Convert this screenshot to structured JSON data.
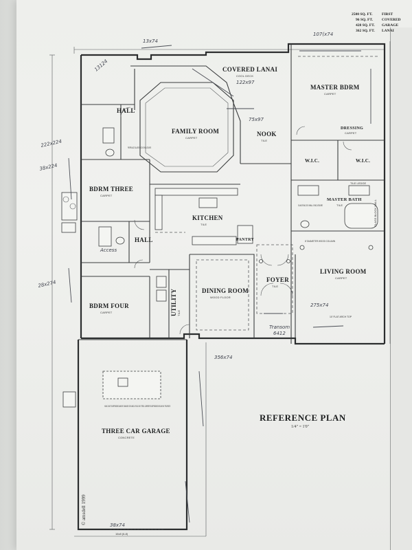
{
  "sheet": {
    "title": "REFERENCE PLAN",
    "scale": "1/4\" = 1'0\"",
    "copyright": "© amsdell 1999"
  },
  "area_table": [
    {
      "value": "2500 SQ. FT.",
      "label": "FIRST"
    },
    {
      "value": "96 SQ. FT.",
      "label": "COVERED"
    },
    {
      "value": "428 SQ. FT.",
      "label": "GARAGE"
    },
    {
      "value": "362 SQ. FT.",
      "label": "LANAI"
    }
  ],
  "rooms": {
    "covered_lanai": {
      "name": "COVERED LANAI",
      "finish": "COOL DECK"
    },
    "master_bdrm": {
      "name": "MASTER BDRM",
      "finish": "CARPET"
    },
    "hall_upper": {
      "name": "HALL"
    },
    "family_room": {
      "name": "FAMILY ROOM",
      "finish": "CARPET"
    },
    "nook": {
      "name": "NOOK",
      "finish": "TILE"
    },
    "dressing": {
      "name": "DRESSING",
      "finish": "CARPET"
    },
    "wic_left": {
      "name": "W.I.C."
    },
    "wic_right": {
      "name": "W.I.C."
    },
    "bdrm_three": {
      "name": "BDRM THREE",
      "finish": "CARPET"
    },
    "kitchen": {
      "name": "KITCHEN",
      "finish": "TILE"
    },
    "pantry": {
      "name": "PANTRY"
    },
    "master_bath": {
      "name": "MASTER BATH",
      "finish": "TILE"
    },
    "hall_lower": {
      "name": "HALL"
    },
    "living_room": {
      "name": "LIVING ROOM",
      "finish": "CARPET"
    },
    "dining_room": {
      "name": "DINING ROOM",
      "finish": "WOOD FLOOR"
    },
    "foyer": {
      "name": "FOYER",
      "finish": "TILE"
    },
    "utility": {
      "name": "UTILITY",
      "finish": "TILE"
    },
    "bdrm_four": {
      "name": "BDRM FOUR",
      "finish": "CARPET"
    },
    "garage": {
      "name": "THREE CAR GARAGE",
      "finish": "CONCRETE"
    }
  },
  "handwritten": {
    "top_dim": "13x74",
    "master_dim": "107(x74",
    "lanai_dim": "122x97",
    "family_dim": "75x97",
    "left_dim_1": "222x224",
    "left_dim_2": "38x224",
    "left_dim_3": "28x274",
    "access": "Access",
    "living_dim": "275x74",
    "transom": "Transom",
    "transom_dim": "6412",
    "dining_dim": "356x74",
    "garage_dim": "38x74",
    "corner_note": "13124"
  },
  "notes": {
    "attic": "HVAC UNIT SUSPENDED ABOVE GARAGE CEILING LEVEL ON STEEL CARRIER SUSPENDED BELOW IN TRUSSES",
    "fireplace": "FIREPLACE GLASS BLOCK ENCLOSURE",
    "shower": "GLASS BLOCK WALL ENCLOSURE",
    "columns": "8' DIAMETER WOOD COLUMN",
    "arch": "10' FLAT ARCH TOP",
    "wall": "GLASS BLOCK WALL",
    "garage_door": "16x8 (6-8)",
    "tile_ledge": "TILE LEDGE"
  }
}
